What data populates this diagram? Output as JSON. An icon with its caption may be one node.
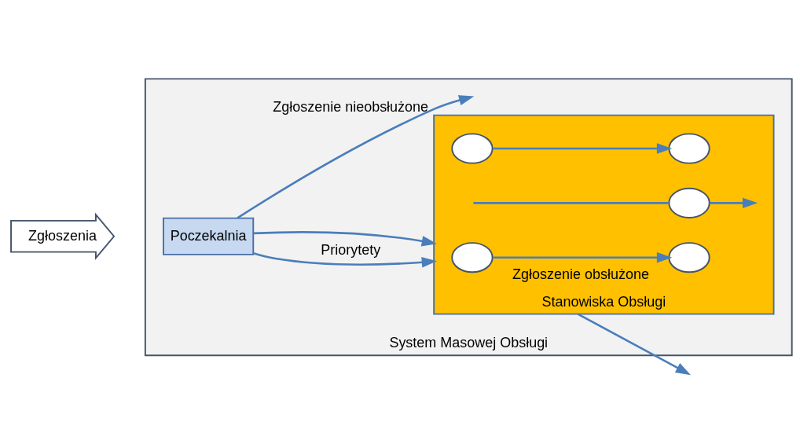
{
  "diagram": {
    "nodes": [
      {
        "text": [
          "System Masowej Obsługi"
        ]
      },
      {
        "text": [
          "Zgłoszenia"
        ]
      },
      {
        "text": [
          "Poczekalnia"
        ],
        "in": 0
      },
      {
        "text": [
          "Stanowiska Obsługi"
        ],
        "in": 0
      },
      {
        "text": [],
        "shape": "circle",
        "in": 3
      },
      {
        "text": [],
        "shape": "circle",
        "in": 3
      },
      {
        "text": [],
        "shape": "circle",
        "in": 3
      },
      {
        "text": [],
        "shape": "circle",
        "in": 3
      },
      {
        "text": [],
        "shape": "circle",
        "in": 3
      }
    ],
    "edges": [
      {
        "from": 2,
        "to": 3,
        "label": "Priorytety",
        "arrow": "to"
      },
      {
        "from": 2,
        "to": 3,
        "arrow": "to"
      },
      {
        "from": 3,
        "to": null,
        "label": "Zgłoszenie obsłużone",
        "arrow": "to"
      },
      {
        "from": 2,
        "to": null,
        "label": "Zgłoszenie nieobsłużone",
        "arrow": "to"
      },
      {
        "from": 4,
        "to": 5,
        "arrow": "to"
      },
      {
        "from": null,
        "to": 6,
        "arrow": "none"
      },
      {
        "from": 6,
        "to": null,
        "arrow": "to"
      },
      {
        "from": 7,
        "to": 8,
        "arrow": "to"
      }
    ]
  }
}
